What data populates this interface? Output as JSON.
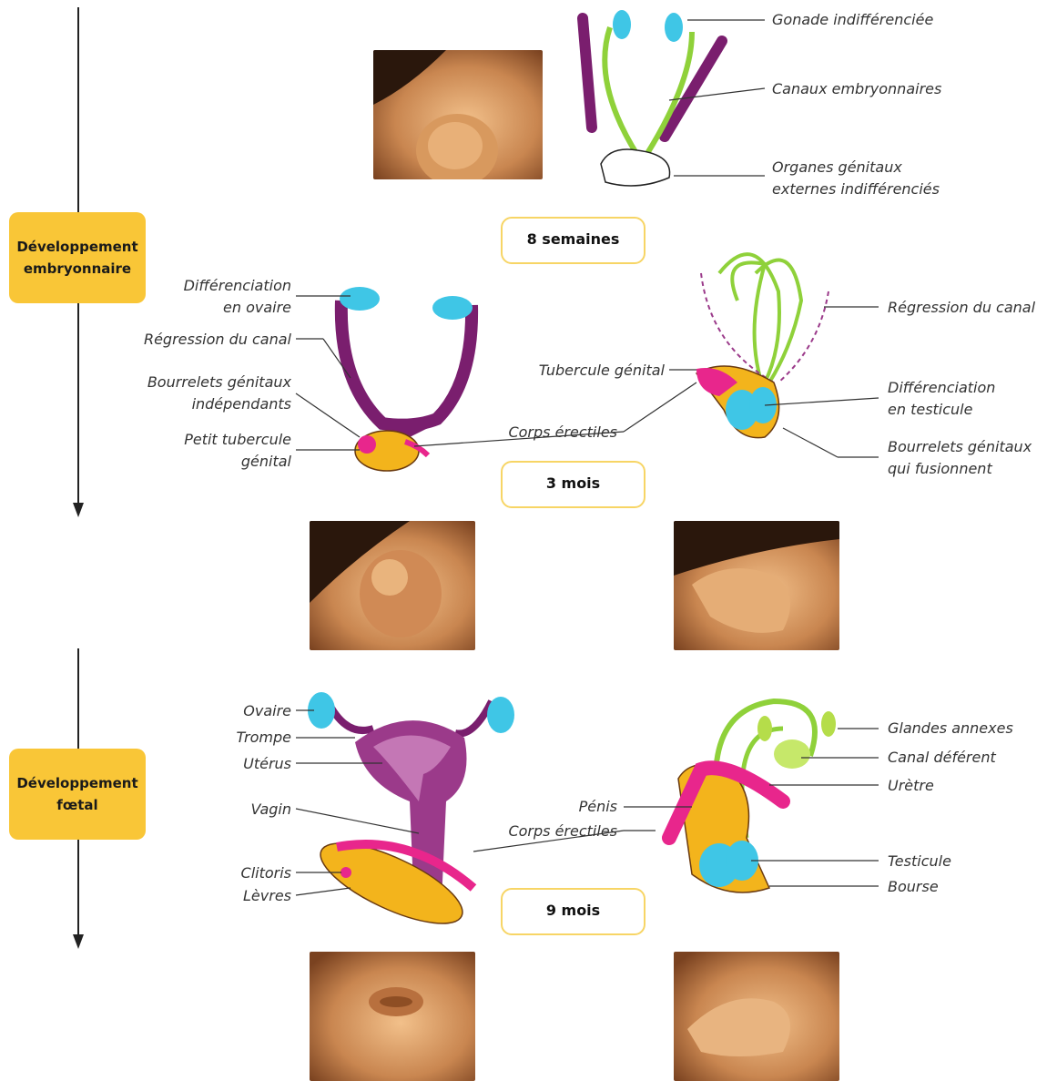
{
  "stage_tags": {
    "embryonic": [
      "Développement",
      "embryonnaire"
    ],
    "fetal": [
      "Développement",
      "fœtal"
    ]
  },
  "stages": {
    "s8": "8 semaines",
    "m3": "3 mois",
    "m9": "9 mois"
  },
  "labels_top": {
    "gonade": "Gonade indifférenciée",
    "canaux": "Canaux embryonnaires",
    "organes_1": "Organes génitaux",
    "organes_2": "externes indifférenciés"
  },
  "labels_female_3m": {
    "diff_ovaire_1": "Différenciation",
    "diff_ovaire_2": "en ovaire",
    "regression": "Régression du canal",
    "bourrelets_1": "Bourrelets génitaux",
    "bourrelets_2": "indépendants",
    "tubercule_1": "Petit tubercule",
    "tubercule_2": "génital",
    "corps": "Corps érectiles"
  },
  "labels_male_3m": {
    "regression": "Régression du canal",
    "tubercule": "Tubercule génital",
    "diff_test_1": "Différenciation",
    "diff_test_2": "en testicule",
    "bourrelets_1": "Bourrelets génitaux",
    "bourrelets_2": "qui fusionnent"
  },
  "labels_female_9m": {
    "ovaire": "Ovaire",
    "trompe": "Trompe",
    "uterus": "Utérus",
    "vagin": "Vagin",
    "corps": "Corps érectiles",
    "clitoris": "Clitoris",
    "levres": "Lèvres"
  },
  "labels_male_9m": {
    "glandes": "Glandes annexes",
    "canal": "Canal déférent",
    "uretre": "Urètre",
    "penis": "Pénis",
    "testicule": "Testicule",
    "bourse": "Bourse"
  },
  "colors": {
    "tag_yellow": "#f9c637",
    "stage_border": "#f7d565",
    "purple": "#7a1e6e",
    "green": "#8fd13a",
    "cyan": "#3fc6e6",
    "pink": "#e8268c",
    "orange": "#f3b41c",
    "skin": "#d9955a"
  }
}
